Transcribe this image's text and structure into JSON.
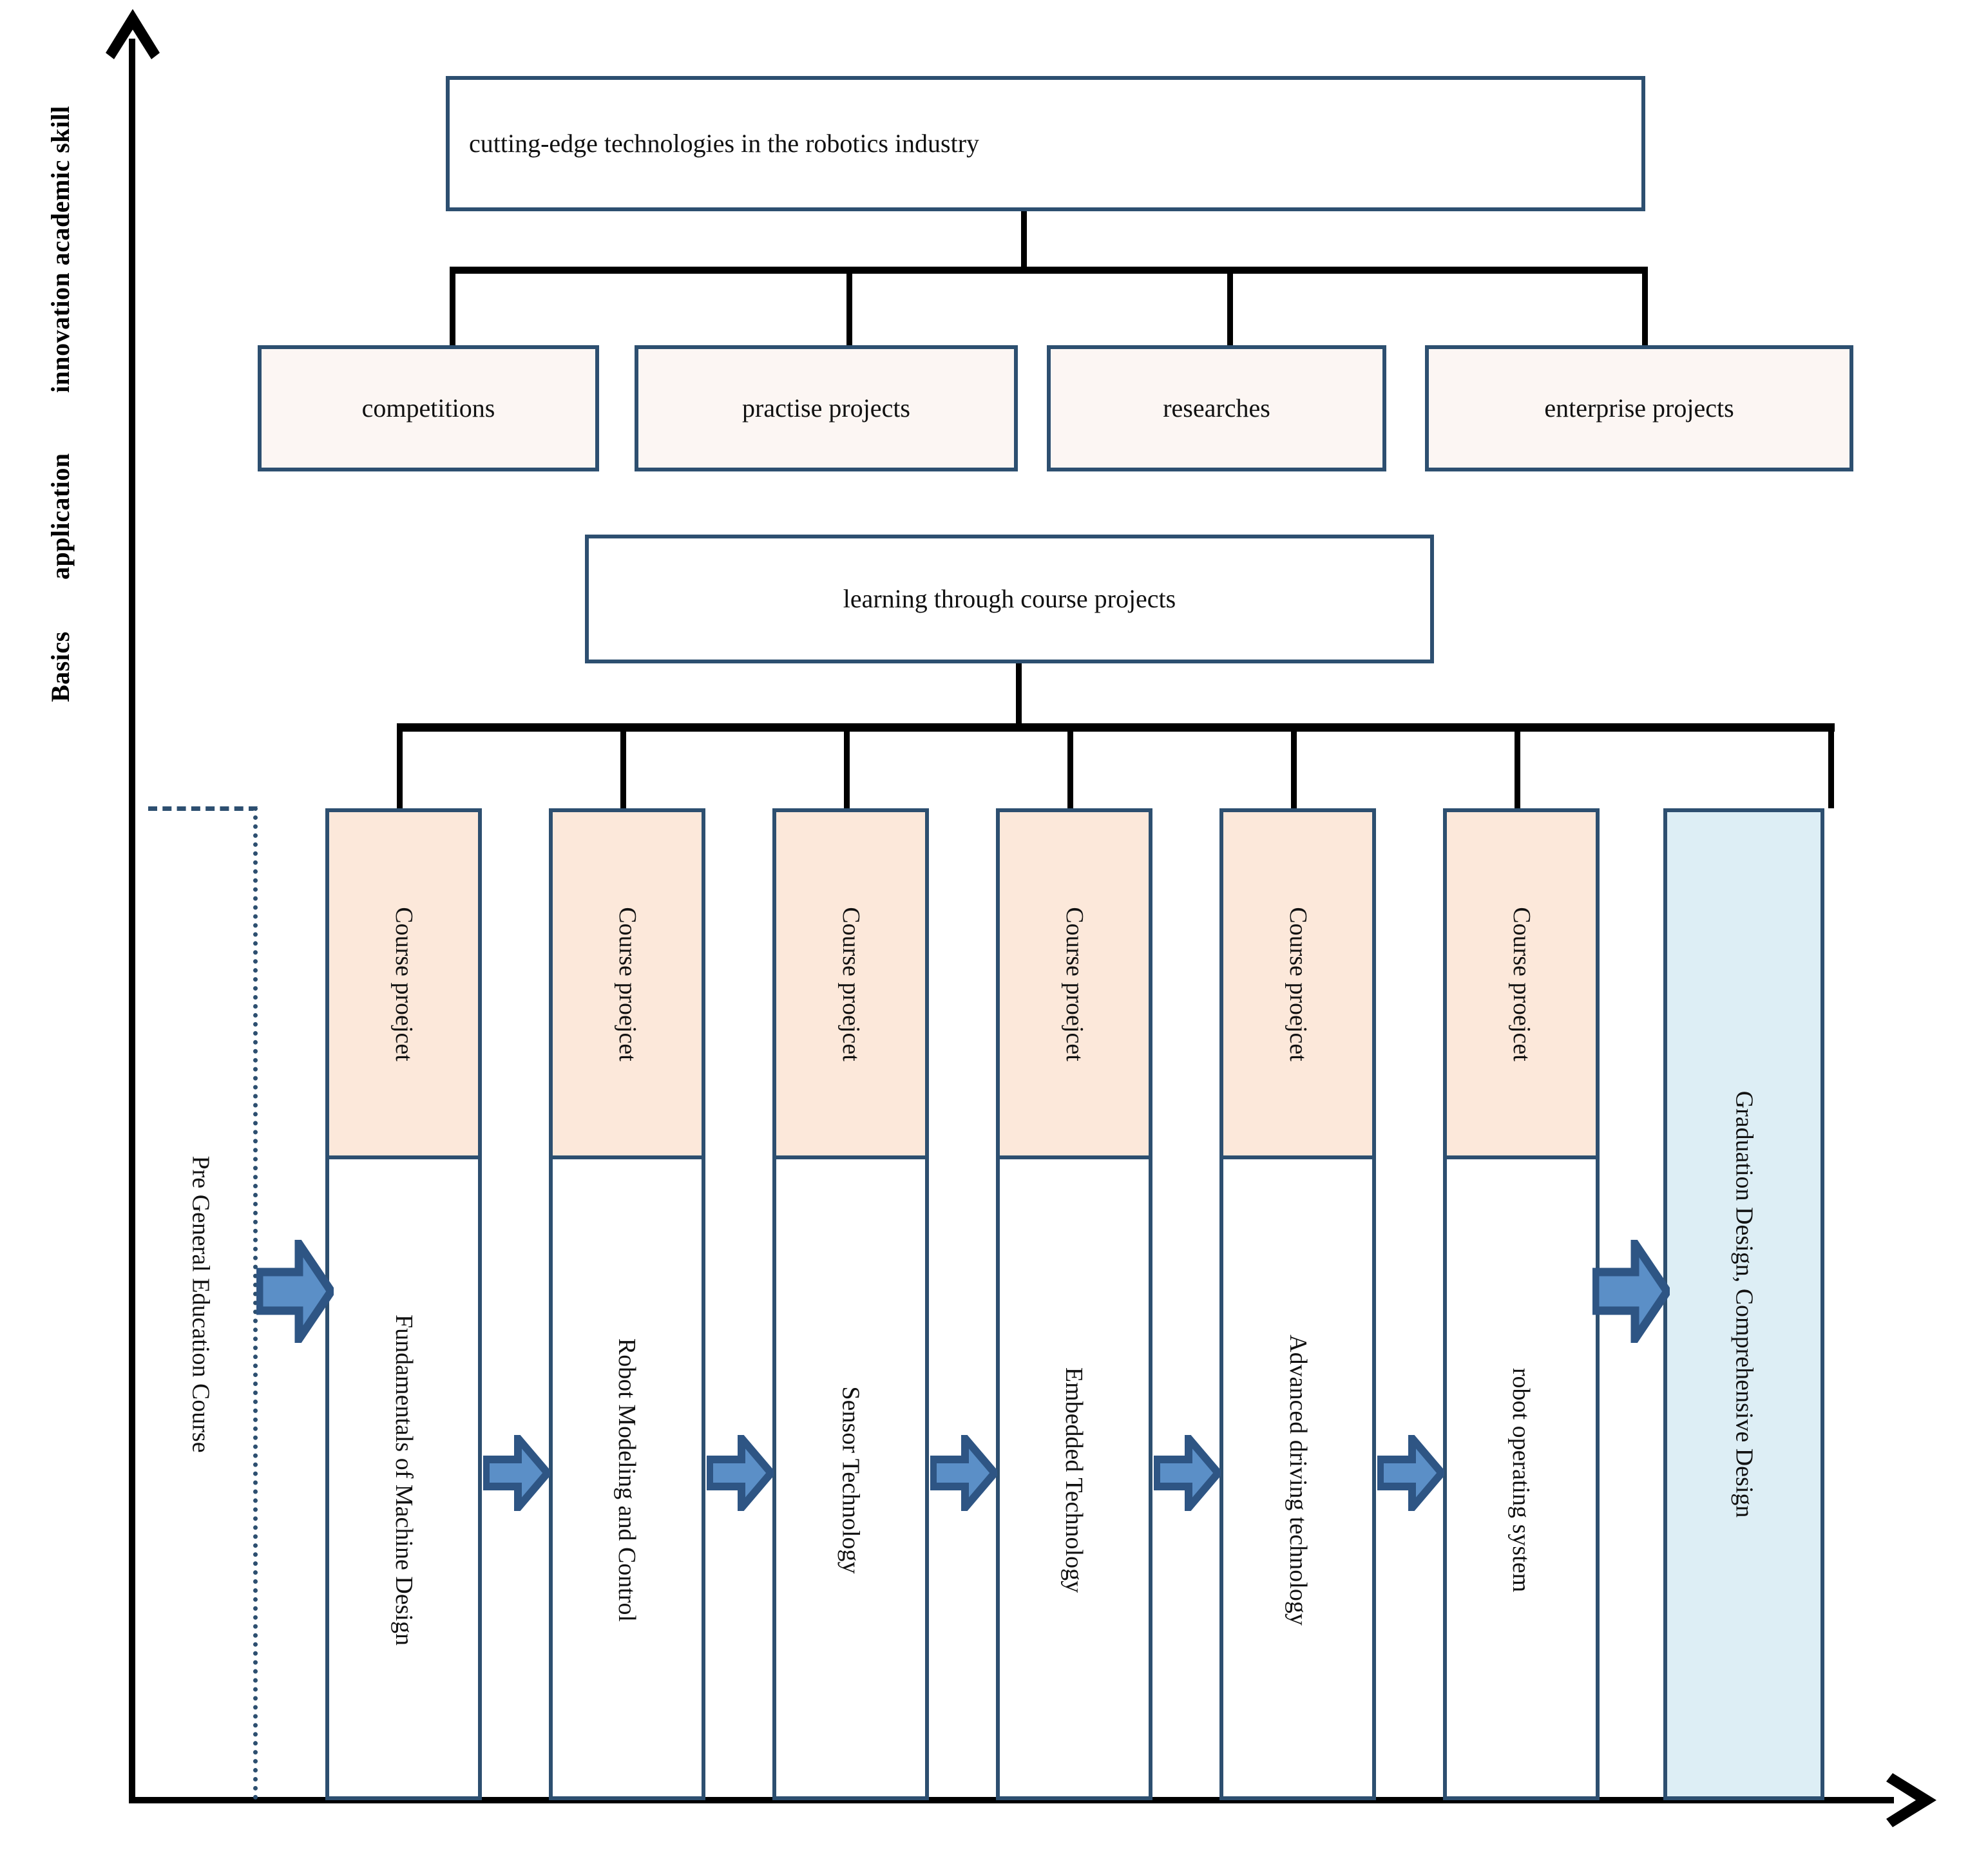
{
  "axis": {
    "y_labels": [
      {
        "text": "innovation academic skill"
      },
      {
        "text": "application"
      },
      {
        "text": "Basics"
      }
    ],
    "y_arrow_icon": "arrow-up-icon",
    "x_arrow_icon": "arrow-right-icon"
  },
  "tier1": {
    "label": "cutting-edge technologies in the robotics industry"
  },
  "tier2": {
    "items": [
      {
        "label": "competitions"
      },
      {
        "label": "practise projects"
      },
      {
        "label": "researches"
      },
      {
        "label": "enterprise projects"
      }
    ]
  },
  "tier3": {
    "label": "learning through course projects"
  },
  "pre_general": {
    "label": "Pre General Education Course"
  },
  "columns": [
    {
      "head": "Course proejcet",
      "course": "Fundamentals of Machine Design",
      "type": "course"
    },
    {
      "head": "Course proejcet",
      "course": "Robot Modeling and Control",
      "type": "course"
    },
    {
      "head": "Course proejcet",
      "course": "Sensor Technology",
      "type": "course"
    },
    {
      "head": "Course proejcet",
      "course": "Embedded Technology",
      "type": "course"
    },
    {
      "head": "Course proejcet",
      "course": "Advanced driving technology",
      "type": "course"
    },
    {
      "head": "Course proejcet",
      "course": "robot operating system",
      "type": "course"
    },
    {
      "head": "",
      "course": "Graduation Design, Comprehensive Design",
      "type": "graduation"
    }
  ],
  "colors": {
    "box_border": "#2d4f70",
    "tier2_fill": "#fcf6f3",
    "course_head_fill": "#fce8da",
    "graduation_fill": "#ddeef5",
    "arrow_fill": "#5b8fc7",
    "arrow_stroke": "#2e5584",
    "connector": "#000000"
  },
  "chart_data": {
    "type": "diagram",
    "title": "Robotics curriculum progression diagram",
    "ylabel_sequence": [
      "Basics",
      "application",
      "innovation academic skill"
    ],
    "xlabel_sequence": [
      "Pre General Education Course",
      "Fundamentals of Machine Design",
      "Robot Modeling and Control",
      "Sensor Technology",
      "Embedded Technology",
      "Advanced driving technology",
      "robot operating system",
      "Graduation Design, Comprehensive Design"
    ],
    "hierarchy": {
      "root": "cutting-edge technologies in the robotics industry",
      "children": [
        "competitions",
        "practise projects",
        "researches",
        "enterprise projects"
      ],
      "second_root": "learning through course projects",
      "second_children": [
        "Course proejcet",
        "Course proejcet",
        "Course proejcet",
        "Course proejcet",
        "Course proejcet",
        "Course proejcet",
        "Graduation Design, Comprehensive Design"
      ]
    }
  }
}
